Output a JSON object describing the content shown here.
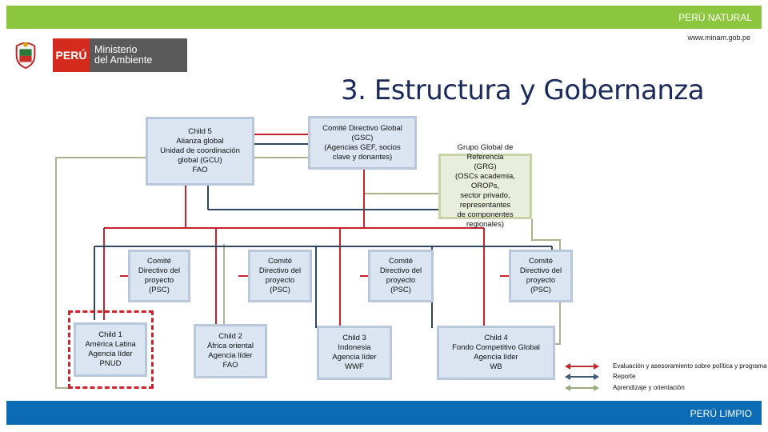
{
  "header": {
    "right_label": "PERÚ NATURAL",
    "url": "www.minam.gob.pe"
  },
  "footer": {
    "right_label": "PERÚ LIMPIO"
  },
  "logo": {
    "country": "PERÚ",
    "ministry": "Ministerio\ndel Ambiente",
    "icon": "coat-of-arms-icon"
  },
  "title": "3. Estructura y Gobernanza",
  "boxes": {
    "child5": "Child 5\nAlianza global\nUnidad de coordinación\nglobal (GCU)\nFAO",
    "gsc": "Comité Directivo Global\n(GSC)\n(Agencias GEF, socios\nclave y donantes)",
    "grg": "Grupo Global de Referencia\n(GRG)\n(OSCs academia, OROPs,\nsector privado, representantes\nde componentes regionales)",
    "psc1": "Comité\nDirectivo del\nproyecto\n(PSC)",
    "psc2": "Comité\nDirectivo del\nproyecto\n(PSC)",
    "psc3": "Comité\nDirectivo del\nproyecto\n(PSC)",
    "psc4": "Comité\nDirectivo del\nproyecto\n(PSC)",
    "child1": "Child 1\nAmérica Latina\nAgencia líder\nPNUD",
    "child2": "Child 2\nÁfrica oriental\nAgencia líder\nFAO",
    "child3": "Child 3\nIndonesia\nAgencia líder\nWWF",
    "child4": "Child 4\nFondo Competitivo Global\nAgencia líder\nWB"
  },
  "legend": [
    {
      "label": "Evaluación y asesoramiento sobre política y programa",
      "color": "#c0282d"
    },
    {
      "label": "Reporte",
      "color": "#3c5a78"
    },
    {
      "label": "Aprendizaje y orientación",
      "color": "#9aaa7a"
    }
  ]
}
